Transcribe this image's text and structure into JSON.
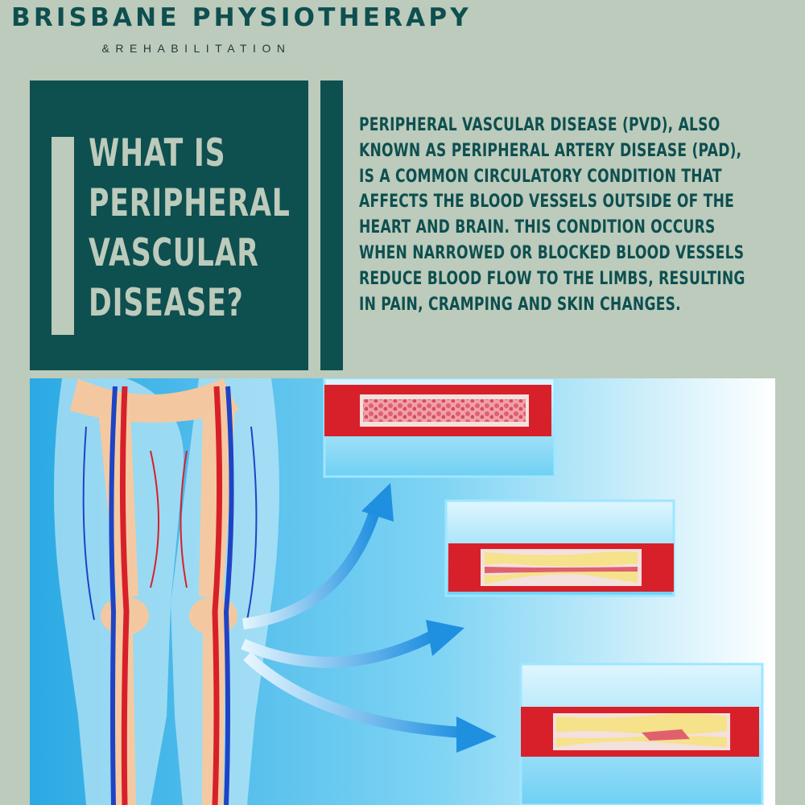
{
  "brand": {
    "name": "BRISBANE PHYSIOTHERAPY",
    "tagline": "&REHABILITATION"
  },
  "heading": {
    "lines": [
      "WHAT IS",
      "PERIPHERAL",
      "VASCULAR",
      "DISEASE?"
    ]
  },
  "description": {
    "lines": [
      "PERIPHERAL VASCULAR DISEASE (PVD), ALSO",
      "KNOWN AS PERIPHERAL ARTERY DISEASE (PAD),",
      "IS A COMMON CIRCULATORY CONDITION THAT",
      "AFFECTS THE BLOOD VESSELS OUTSIDE OF THE",
      "HEART AND BRAIN. THIS CONDITION OCCURS",
      "WHEN NARROWED OR BLOCKED BLOOD VESSELS",
      "REDUCE BLOOD FLOW TO THE LIMBS, RESULTING",
      "IN PAIN, CRAMPING AND SKIN CHANGES."
    ]
  },
  "colors": {
    "background": "#bccbbb",
    "brand_teal": "#0e4f50",
    "illustration_blue": "#3fb8ea",
    "artery_red": "#d8202a",
    "vein_blue": "#1f43c4",
    "plaque_yellow": "#f5e28a"
  },
  "illustration": {
    "subject": "legs-circulatory-system",
    "vessel_stages": [
      "healthy-artery",
      "narrowed-artery",
      "blocked-artery"
    ]
  }
}
